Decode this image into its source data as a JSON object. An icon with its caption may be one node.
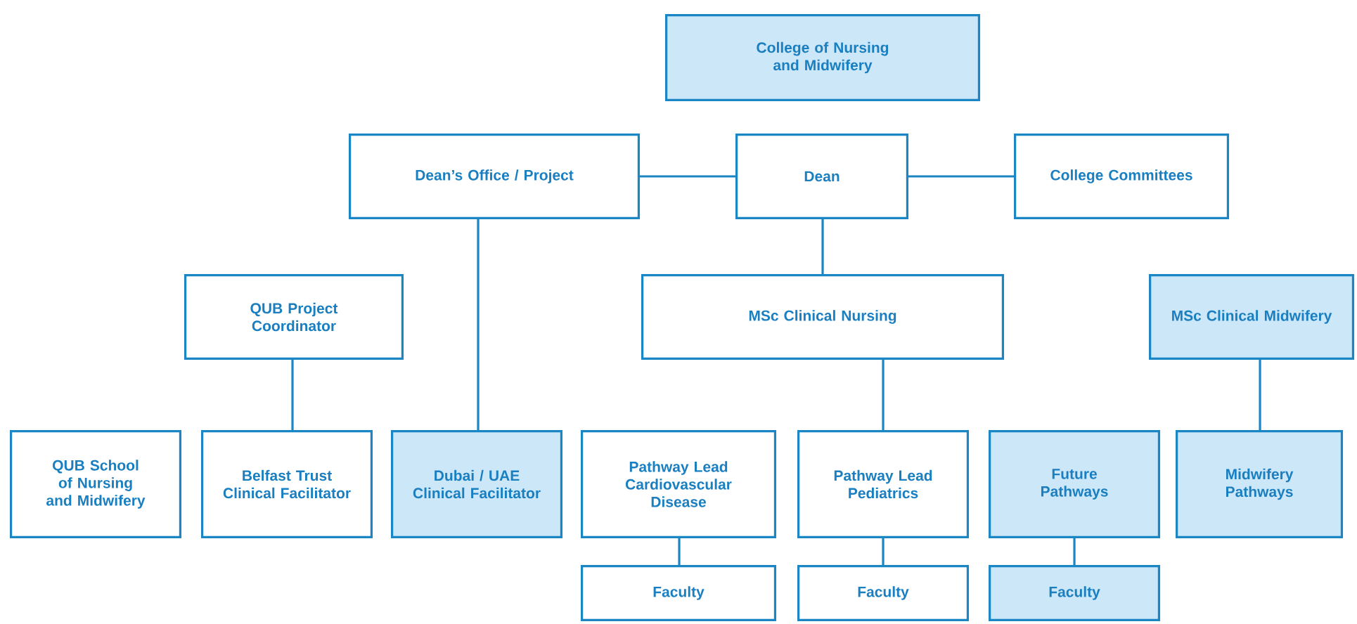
{
  "diagram": {
    "nodes": [
      {
        "text": [
          "College of Nursing and Midwifery"
        ]
      },
      {
        "text": [
          "Dean’s Office / Project"
        ]
      },
      {
        "text": [
          "Dean"
        ]
      },
      {
        "text": [
          "College Committees"
        ]
      },
      {
        "text": [
          "QUB Project Coordinator"
        ]
      },
      {
        "text": [
          "MSc Clinical Nursing"
        ]
      },
      {
        "text": [
          "MSc Clinical Midwifery"
        ]
      },
      {
        "text": [
          "QUB School of Nursing and Midwifery"
        ]
      },
      {
        "text": [
          "Belfast Trust Clinical Facilitator"
        ]
      },
      {
        "text": [
          "Dubai / UAE Clinical Facilitator"
        ]
      },
      {
        "text": [
          "Pathway Lead Cardiovascular Disease"
        ]
      },
      {
        "text": [
          "Pathway Lead Pediatrics"
        ]
      },
      {
        "text": [
          "Future Pathways"
        ]
      },
      {
        "text": [
          "Midwifery Pathways"
        ]
      },
      {
        "text": [
          "Faculty"
        ]
      },
      {
        "text": [
          "Faculty"
        ]
      },
      {
        "text": [
          "Faculty"
        ]
      }
    ],
    "edges": [
      {
        "from": 1,
        "to": 2,
        "arrow": "none"
      },
      {
        "from": 2,
        "to": 3,
        "arrow": "none"
      },
      {
        "from": 2,
        "to": 5,
        "arrow": "none"
      },
      {
        "from": 1,
        "to": 9,
        "arrow": "none"
      },
      {
        "from": 4,
        "to": 8,
        "arrow": "none"
      },
      {
        "from": 5,
        "to": 11,
        "arrow": "none"
      },
      {
        "from": 6,
        "to": 13,
        "arrow": "none"
      },
      {
        "from": 10,
        "to": 14,
        "arrow": "none"
      },
      {
        "from": 11,
        "to": 15,
        "arrow": "none"
      },
      {
        "from": 12,
        "to": 16,
        "arrow": "none"
      }
    ]
  }
}
